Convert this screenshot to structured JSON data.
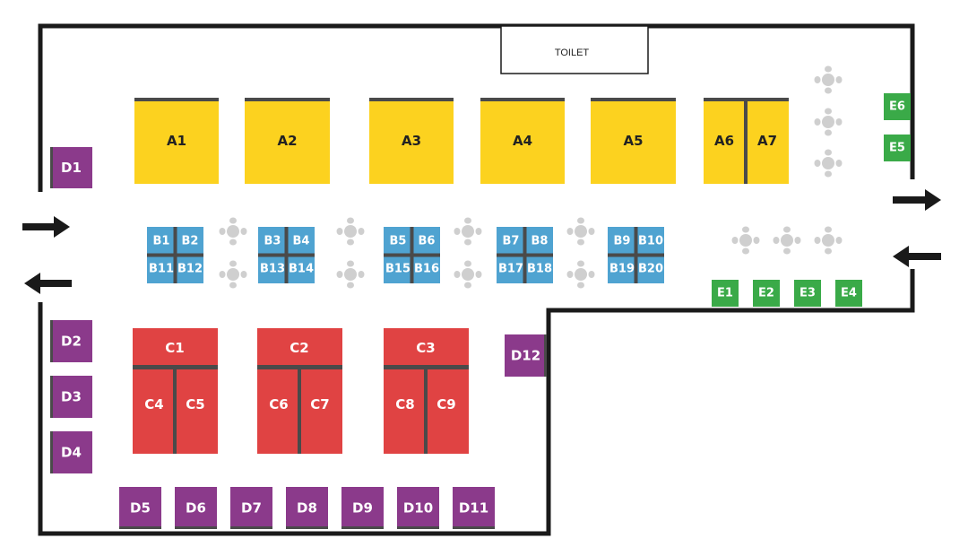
{
  "toilet_label": "TOILET",
  "colors": {
    "booth_a": "#FCD21F",
    "booth_b": "#4FA3D1",
    "booth_c": "#E04343",
    "booth_d": "#8B3A8B",
    "booth_e": "#3AAA48",
    "wall": "#1a1a1a",
    "divider": "#4a4a4a",
    "table": "#cfcfcf"
  },
  "booths": {
    "a": [
      "A1",
      "A2",
      "A3",
      "A4",
      "A5",
      "A6",
      "A7"
    ],
    "b": [
      "B1",
      "B2",
      "B3",
      "B4",
      "B5",
      "B6",
      "B7",
      "B8",
      "B9",
      "B10",
      "B11",
      "B12",
      "B13",
      "B14",
      "B15",
      "B16",
      "B17",
      "B18",
      "B19",
      "B20"
    ],
    "c": [
      "C1",
      "C2",
      "C3",
      "C4",
      "C5",
      "C6",
      "C7",
      "C8",
      "C9"
    ],
    "d": [
      "D1",
      "D2",
      "D3",
      "D4",
      "D5",
      "D6",
      "D7",
      "D8",
      "D9",
      "D10",
      "D11",
      "D12"
    ],
    "e": [
      "E1",
      "E2",
      "E3",
      "E4",
      "E5",
      "E6"
    ]
  },
  "icons": {
    "entry_arrows": [
      "entry-arrow-icon",
      "entry-arrow-icon"
    ],
    "exit_arrows": [
      "exit-arrow-icon",
      "exit-arrow-icon"
    ],
    "table_group": "table-with-chairs-icon"
  }
}
